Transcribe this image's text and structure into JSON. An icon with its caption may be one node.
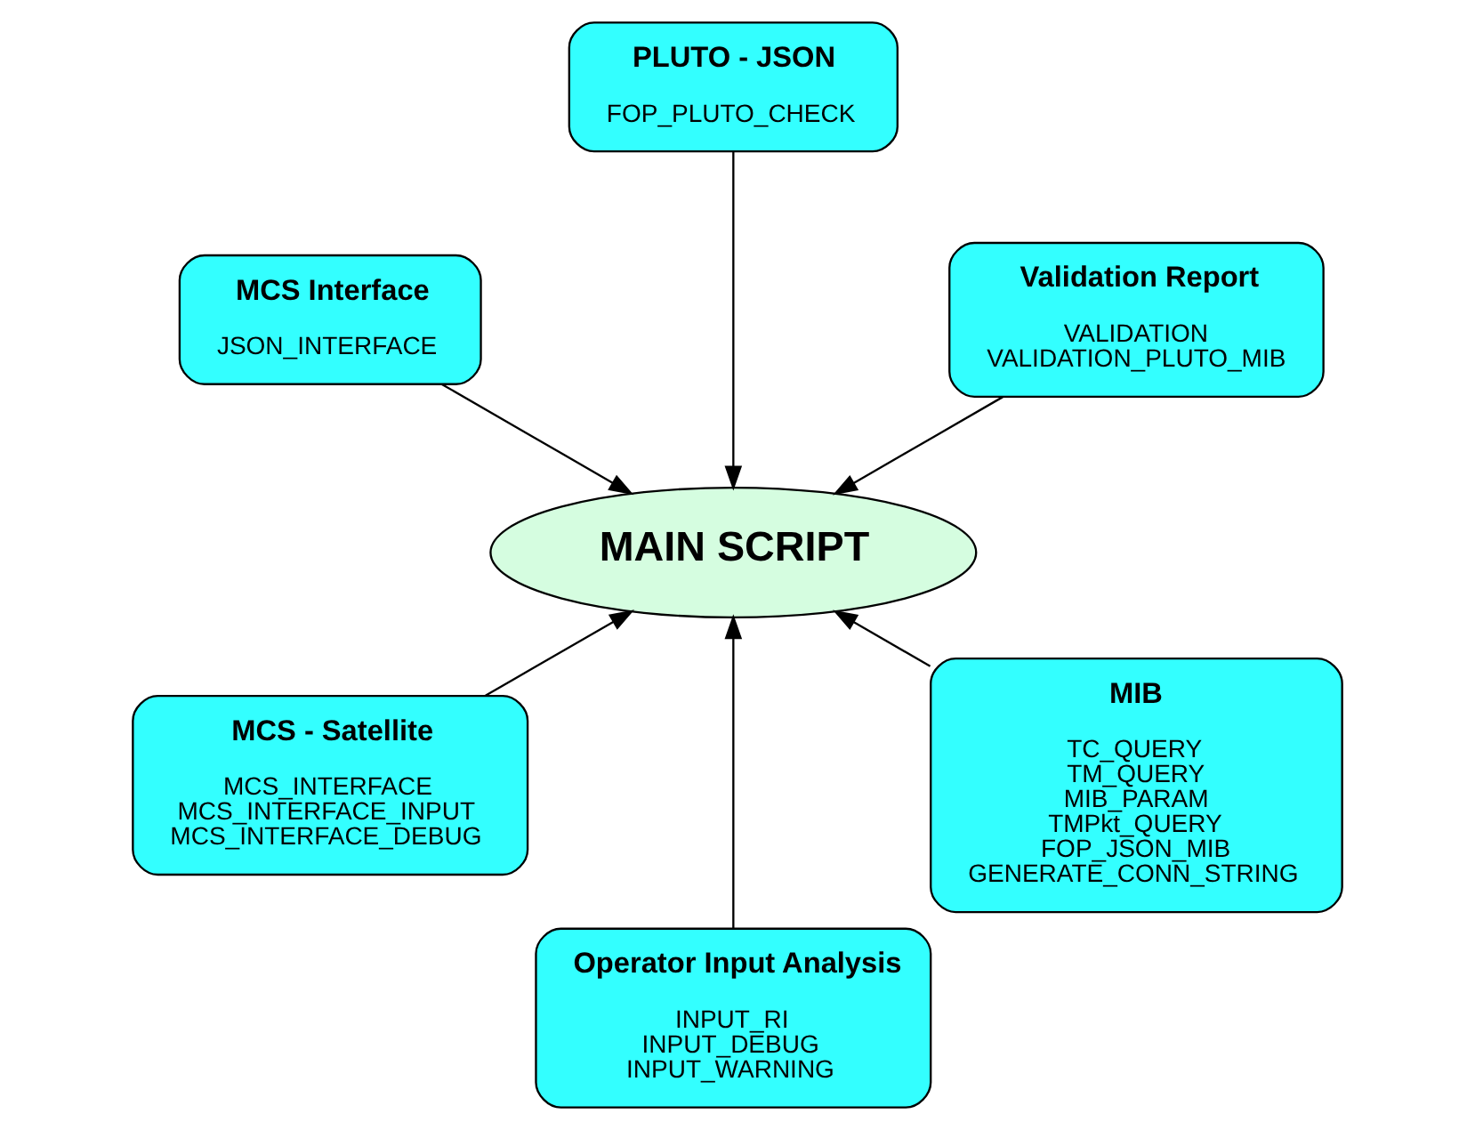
{
  "diagram": {
    "nodes": [
      {
        "text": [
          "Validation Report",
          "VALIDATION",
          "VALIDATION_PLUTO_MIB"
        ]
      },
      {
        "text": [
          "PLUTO - JSON",
          "FOP_PLUTO_CHECK"
        ]
      },
      {
        "text": [
          "MCS Interface",
          "JSON_INTERFACE"
        ]
      },
      {
        "text": [
          "MAIN SCRIPT"
        ]
      },
      {
        "text": [
          "MCS - Satellite",
          "MCS_INTERFACE",
          "MCS_INTERFACE_INPUT",
          "MCS_INTERFACE_DEBUG"
        ]
      },
      {
        "text": [
          "Operator Input Analysis",
          "INPUT_RI",
          "INPUT_DEBUG",
          "INPUT_WARNING"
        ]
      },
      {
        "text": [
          "MIB",
          "TC_QUERY",
          "TM_QUERY",
          "MIB_PARAM",
          "TMPkt_QUERY",
          "FOP_JSON_MIB",
          "GENERATE_CONN_STRING"
        ]
      }
    ],
    "edges": [
      {
        "from": 0,
        "to": 3,
        "arrow": "to"
      },
      {
        "from": 1,
        "to": 3,
        "arrow": "to"
      },
      {
        "from": 2,
        "to": 3,
        "arrow": "to"
      },
      {
        "from": 4,
        "to": 3,
        "arrow": "to"
      },
      {
        "from": 5,
        "to": 3,
        "arrow": "to"
      },
      {
        "from": 6,
        "to": 3,
        "arrow": "to"
      }
    ]
  }
}
